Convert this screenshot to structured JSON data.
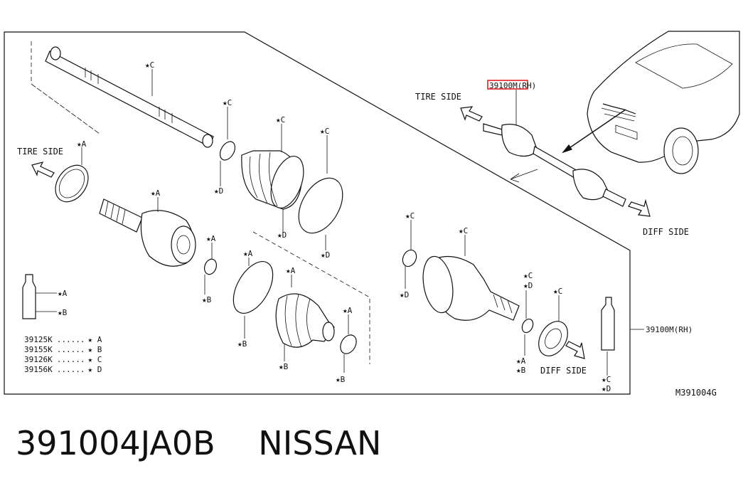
{
  "diagram": {
    "code": "M391004G",
    "assembly_label": "39100M(RH)",
    "highlight_label": "39100M(RH)",
    "tire_side": "TIRE SIDE",
    "diff_side": "DIFF SIDE",
    "tags": {
      "a": "A",
      "b": "B",
      "c": "C",
      "d": "D",
      "star": "★"
    },
    "legend": [
      {
        "part": "39125K",
        "dots": "......",
        "mark": "★ A"
      },
      {
        "part": "39155K",
        "dots": "......",
        "mark": "★ B"
      },
      {
        "part": "39126K",
        "dots": "......",
        "mark": "★ C"
      },
      {
        "part": "39156K",
        "dots": "......",
        "mark": "★ D"
      }
    ]
  },
  "footer": {
    "part_number": "391004JA0B",
    "brand": "NISSAN"
  }
}
